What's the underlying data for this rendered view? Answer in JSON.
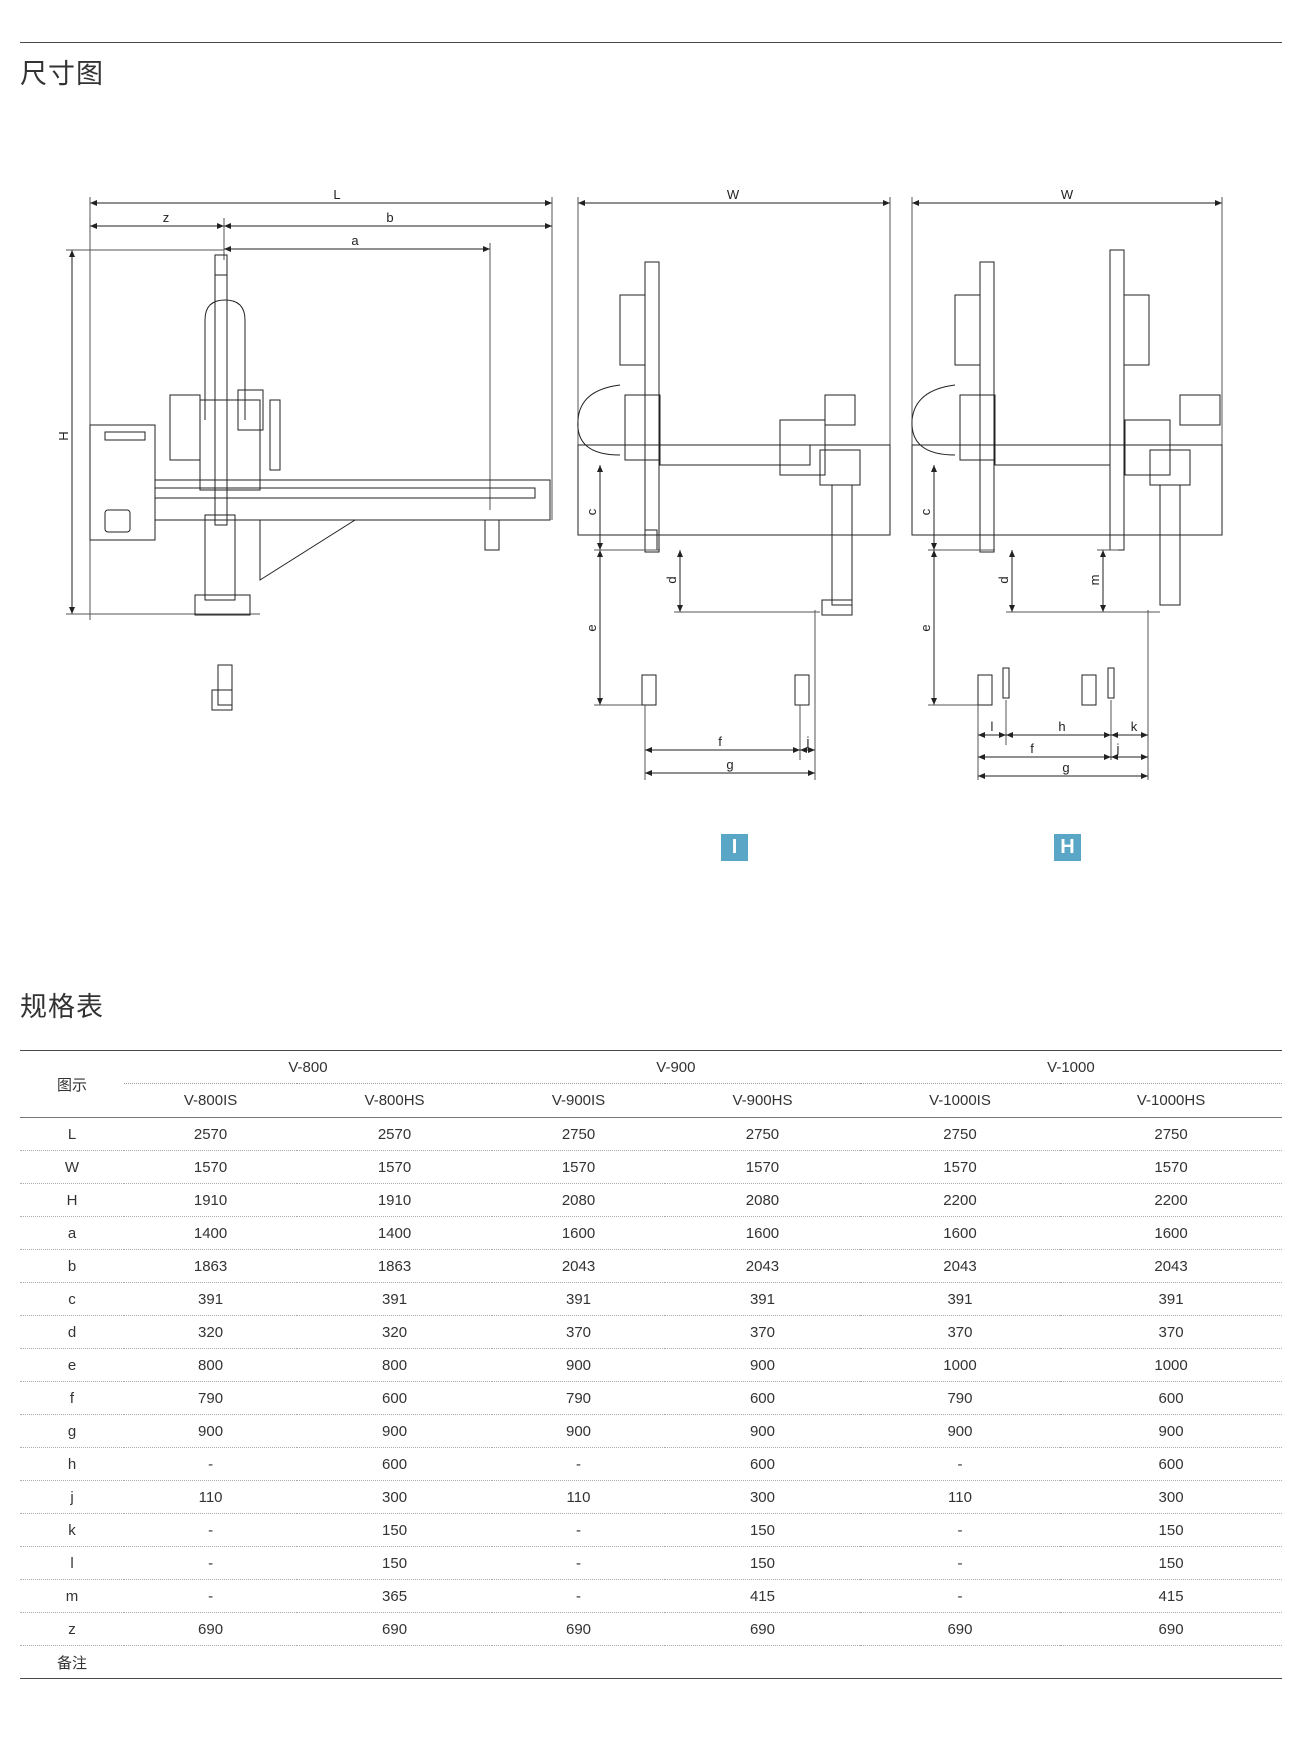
{
  "headings": {
    "dimension": "尺寸图",
    "spec": "规格表"
  },
  "diagram": {
    "side_labels": {
      "L": "L",
      "z": "z",
      "b": "b",
      "a": "a",
      "H": "H"
    },
    "front_I_labels": {
      "W": "W",
      "c": "c",
      "d": "d",
      "e": "e",
      "f": "f",
      "j": "j",
      "g": "g"
    },
    "front_H_labels": {
      "W": "W",
      "c": "c",
      "d": "d",
      "m": "m",
      "e": "e",
      "l": "l",
      "h": "h",
      "k": "k",
      "f": "f",
      "j": "j",
      "g": "g"
    },
    "badges": {
      "I": "I",
      "H": "H"
    },
    "badge_color": "#5aa6c6"
  },
  "table": {
    "corner": "图示",
    "groups": [
      "V-800",
      "V-900",
      "V-1000"
    ],
    "models": [
      "V-800IS",
      "V-800HS",
      "V-900IS",
      "V-900HS",
      "V-1000IS",
      "V-1000HS"
    ],
    "rows": [
      {
        "label": "L",
        "values": [
          "2570",
          "2570",
          "2750",
          "2750",
          "2750",
          "2750"
        ]
      },
      {
        "label": "W",
        "values": [
          "1570",
          "1570",
          "1570",
          "1570",
          "1570",
          "1570"
        ]
      },
      {
        "label": "H",
        "values": [
          "1910",
          "1910",
          "2080",
          "2080",
          "2200",
          "2200"
        ]
      },
      {
        "label": "a",
        "values": [
          "1400",
          "1400",
          "1600",
          "1600",
          "1600",
          "1600"
        ]
      },
      {
        "label": "b",
        "values": [
          "1863",
          "1863",
          "2043",
          "2043",
          "2043",
          "2043"
        ]
      },
      {
        "label": "c",
        "values": [
          "391",
          "391",
          "391",
          "391",
          "391",
          "391"
        ]
      },
      {
        "label": "d",
        "values": [
          "320",
          "320",
          "370",
          "370",
          "370",
          "370"
        ]
      },
      {
        "label": "e",
        "values": [
          "800",
          "800",
          "900",
          "900",
          "1000",
          "1000"
        ]
      },
      {
        "label": "f",
        "values": [
          "790",
          "600",
          "790",
          "600",
          "790",
          "600"
        ]
      },
      {
        "label": "g",
        "values": [
          "900",
          "900",
          "900",
          "900",
          "900",
          "900"
        ]
      },
      {
        "label": "h",
        "values": [
          "-",
          "600",
          "-",
          "600",
          "-",
          "600"
        ]
      },
      {
        "label": "j",
        "values": [
          "110",
          "300",
          "110",
          "300",
          "110",
          "300"
        ]
      },
      {
        "label": "k",
        "values": [
          "-",
          "150",
          "-",
          "150",
          "-",
          "150"
        ]
      },
      {
        "label": "l",
        "values": [
          "-",
          "150",
          "-",
          "150",
          "-",
          "150"
        ]
      },
      {
        "label": "m",
        "values": [
          "-",
          "365",
          "-",
          "415",
          "-",
          "415"
        ]
      },
      {
        "label": "z",
        "values": [
          "690",
          "690",
          "690",
          "690",
          "690",
          "690"
        ]
      },
      {
        "label": "备注",
        "values": [
          "",
          "",
          "",
          "",
          "",
          ""
        ]
      }
    ]
  }
}
